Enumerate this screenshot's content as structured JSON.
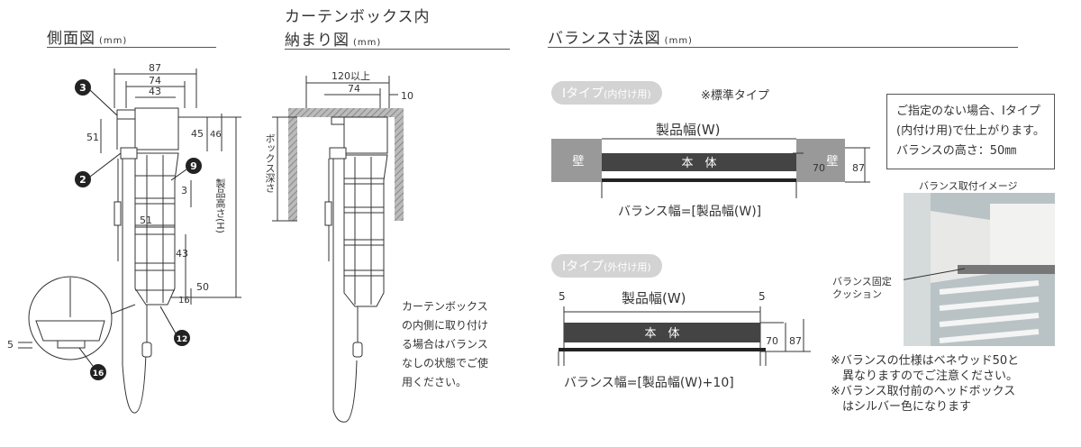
{
  "side_view": {
    "title": "側面図",
    "unit": "(mm)",
    "dims": {
      "d87": "87",
      "d74": "74",
      "d43": "43",
      "d51": "51",
      "d45": "45",
      "d46": "46",
      "d3": "3",
      "d51b": "51",
      "d43b": "43",
      "d50": "50",
      "d16": "16",
      "d5": "5"
    },
    "height_label": "製品高さ(H)",
    "callouts": {
      "c3": "3",
      "c2": "2",
      "c9": "9",
      "c12": "12",
      "c16": "16"
    }
  },
  "box_view": {
    "title_line1": "カーテンボックス内",
    "title_line2": "納まり図",
    "unit": "(mm)",
    "dims": {
      "d120": "120以上",
      "d74": "74",
      "d10": "10"
    },
    "depth_label": "ボックス深さ",
    "note_lines": [
      "カーテンボックス",
      "の内側に取り付け",
      "る場合はバランス",
      "なしの状態でご使",
      "用ください。"
    ]
  },
  "valance": {
    "title": "バランス寸法図",
    "unit": "(mm)",
    "type_inside": {
      "tag": "Iタイプ",
      "tag_sub": "(内付け用)",
      "note": "※標準タイプ",
      "width_label": "製品幅(W)",
      "wall": "壁",
      "body": "本　体",
      "d70": "70",
      "d87": "87",
      "bottom_label": "バランス幅=[製品幅(W)]"
    },
    "type_outside": {
      "tag": "Iタイプ",
      "tag_sub": "(外付け用)",
      "width_label": "製品幅(W)",
      "d5l": "5",
      "d5r": "5",
      "body": "本　体",
      "d70": "70",
      "d87": "87",
      "bottom_label": "バランス幅=[製品幅(W)+10]"
    },
    "info_box": [
      "ご指定のない場合、Iタイプ",
      "(内付け用)で仕上がります。",
      "バランスの高さ：50㎜"
    ],
    "image_caption": "バランス取付イメージ",
    "cushion_label": [
      "バランス固定",
      "クッション"
    ],
    "footnotes": [
      "※バランスの仕様はベネウッド50と",
      "　異なりますのでご注意ください。",
      "※バランス取付前のヘッドボックス",
      "　はシルバー色になります"
    ]
  }
}
